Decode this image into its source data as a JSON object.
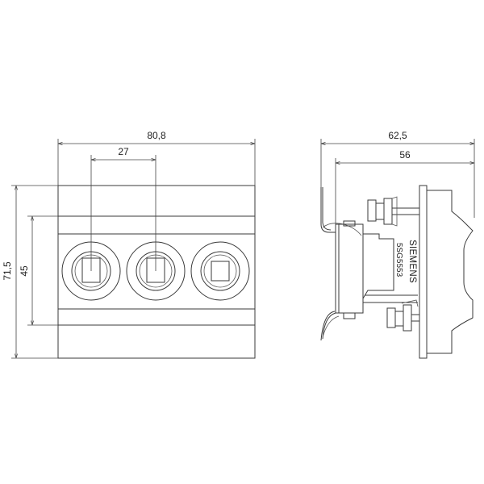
{
  "front_view": {
    "dim_width": "80,8",
    "dim_pitch": "27",
    "dim_height": "71,5",
    "dim_inner_height": "45"
  },
  "side_view": {
    "dim_depth": "62,5",
    "dim_inner_depth": "56",
    "brand": "SIEMENS",
    "part_number": "5SG5553"
  }
}
